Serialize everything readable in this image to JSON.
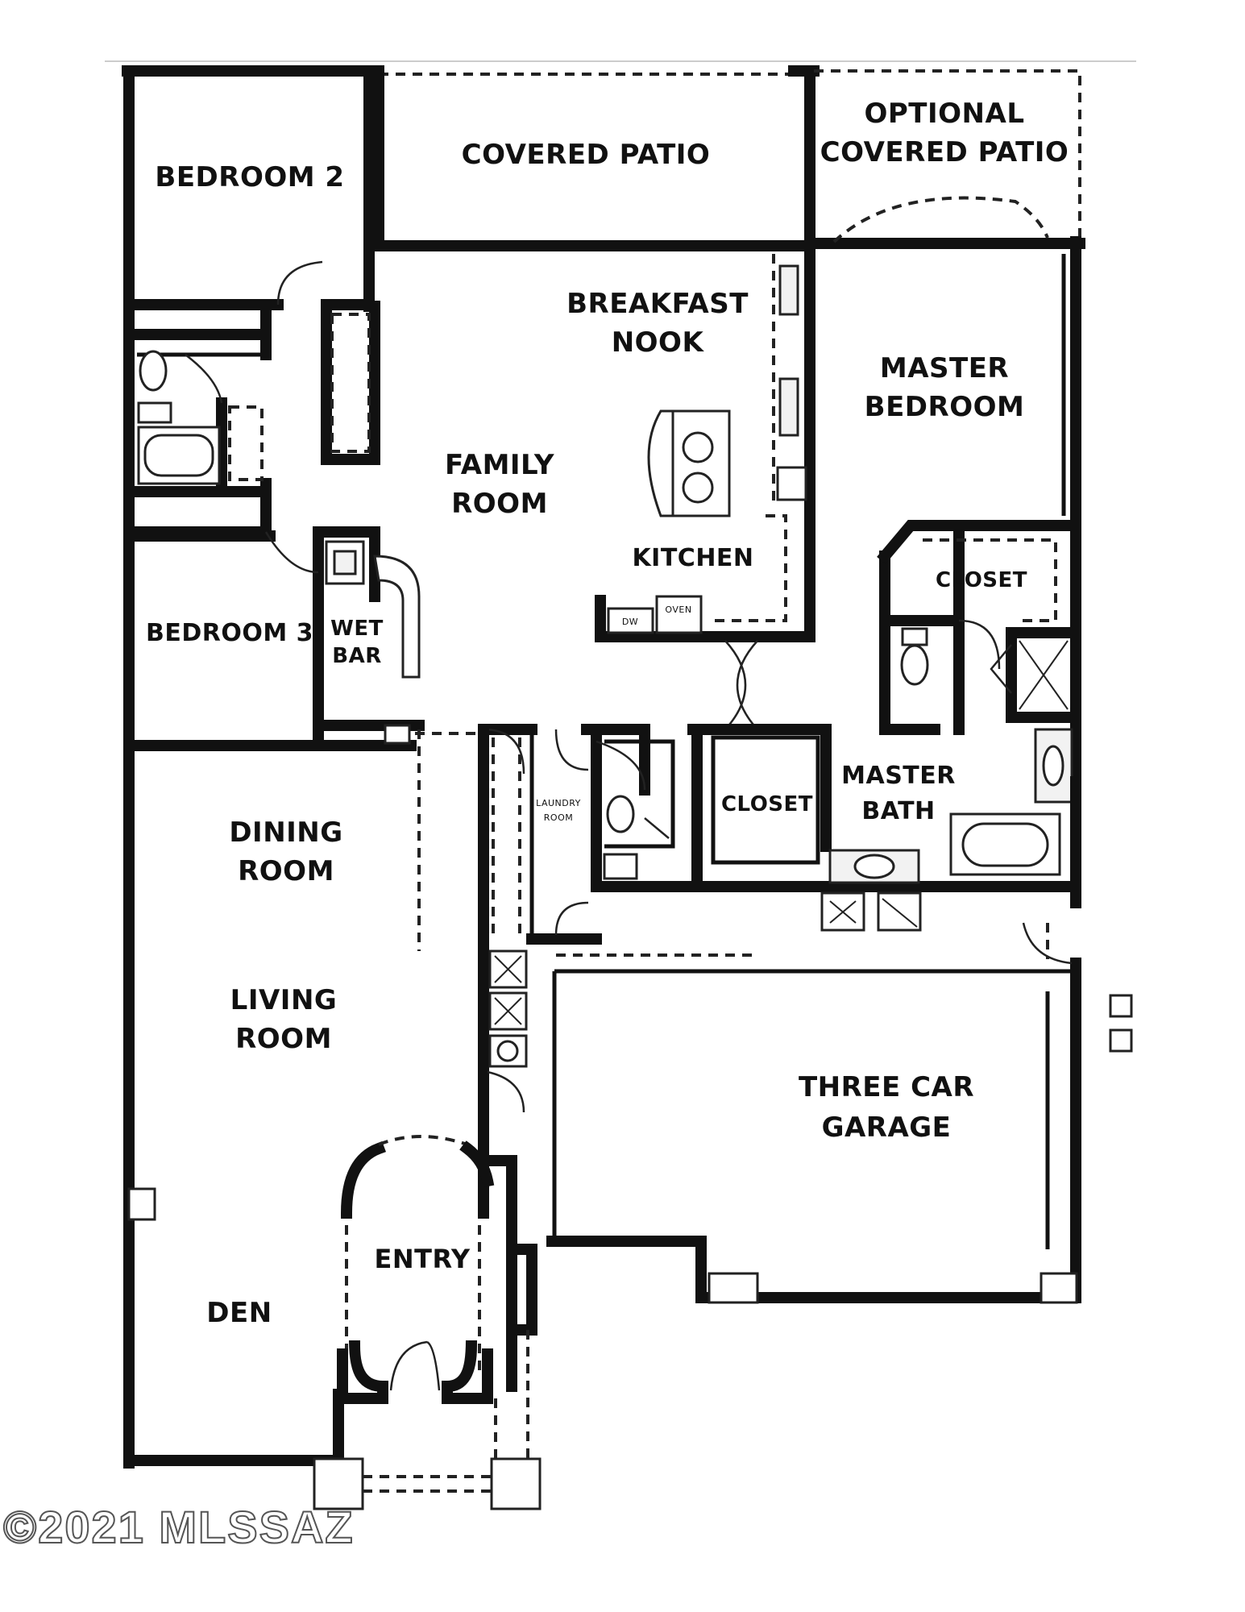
{
  "rooms": {
    "bedroom2": "BEDROOM 2",
    "covered_patio": "COVERED PATIO",
    "optional_patio_line1": "OPTIONAL",
    "optional_patio_line2": "COVERED PATIO",
    "breakfast_line1": "BREAKFAST",
    "breakfast_line2": "NOOK",
    "master_bed_line1": "MASTER",
    "master_bed_line2": "BEDROOM",
    "family_line1": "FAMILY",
    "family_line2": "ROOM",
    "kitchen": "KITCHEN",
    "closet_master": "CLOSET",
    "bedroom3": "BEDROOM 3",
    "wetbar_line1": "WET",
    "wetbar_line2": "BAR",
    "laundry_line1": "LAUNDRY",
    "laundry_line2": "ROOM",
    "closet_bath": "CLOSET",
    "master_bath_line1": "MASTER",
    "master_bath_line2": "BATH",
    "dining_line1": "DINING",
    "dining_line2": "ROOM",
    "living_line1": "LIVING",
    "living_line2": "ROOM",
    "garage_line1": "THREE CAR",
    "garage_line2": "GARAGE",
    "entry": "ENTRY",
    "den": "DEN"
  },
  "appliances": {
    "dishwasher": "DW",
    "oven": "OVEN"
  },
  "copyright": "©2021 MLSSAZ"
}
